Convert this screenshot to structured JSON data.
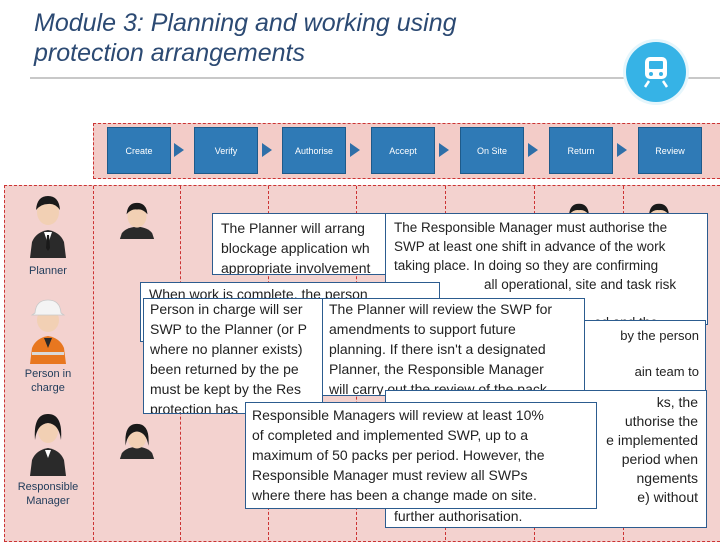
{
  "header": {
    "title_line1": "Module 3: Planning and working using",
    "title_line2": "protection arrangements"
  },
  "logo": {
    "icon": "train-icon",
    "color": "#36b3e6"
  },
  "process": {
    "steps": [
      "Create",
      "Verify",
      "Authorise",
      "Accept",
      "On Site",
      "Return",
      "Review"
    ],
    "step_color": "#2f7ab6"
  },
  "roles": [
    "Planner",
    "Person in charge",
    "Responsible Manager"
  ],
  "role_lines": {
    "planner": "Planner",
    "person_in_charge_1": "Person in",
    "person_in_charge_2": "charge",
    "responsible_manager_1": "Responsible",
    "responsible_manager_2": "Manager"
  },
  "callouts": {
    "planner_arrange": [
      "The Planner will arrang",
      "blockage application wh",
      "appropriate involvement"
    ],
    "rm_authorise": [
      "The Responsible Manager must authorise the",
      "SWP at least one shift in advance of the work",
      "taking place. In doing so they are confirming",
      "all operational, site and task risk controls",
      "ed and the"
    ],
    "pic_complete_top": [
      "When work is complete, the person"
    ],
    "pic_return": [
      "Person in charge will ser",
      "SWP to the Planner (or P",
      "where no planner exists)",
      "been returned by the pe",
      "must be kept by the Res",
      "protection has"
    ],
    "planner_review": [
      "The Planner will review the SWP for",
      "amendments to support future",
      "planning. If there isn't a designated",
      "Planner, the Responsible Manager",
      "will carry out the review of the pack."
    ],
    "right_fragments": [
      "by the person",
      "ain team to"
    ],
    "rm_authorise_changes": [
      "ks, the",
      "uthorise the",
      "e implemented",
      "period when",
      "ngements",
      "e) without",
      "further authorisation."
    ],
    "rm_review": [
      "Responsible Managers will review at least 10%",
      "of completed and implemented SWP, up to a",
      "maximum of 50 packs per period. However, the",
      "Responsible Manager must review all SWPs",
      "where there has been a change made on site."
    ]
  },
  "colors": {
    "title": "#2c4a73",
    "band_fill": "#f3ccc8",
    "band_border": "#cc3333",
    "box_border": "#2c5c8f"
  }
}
